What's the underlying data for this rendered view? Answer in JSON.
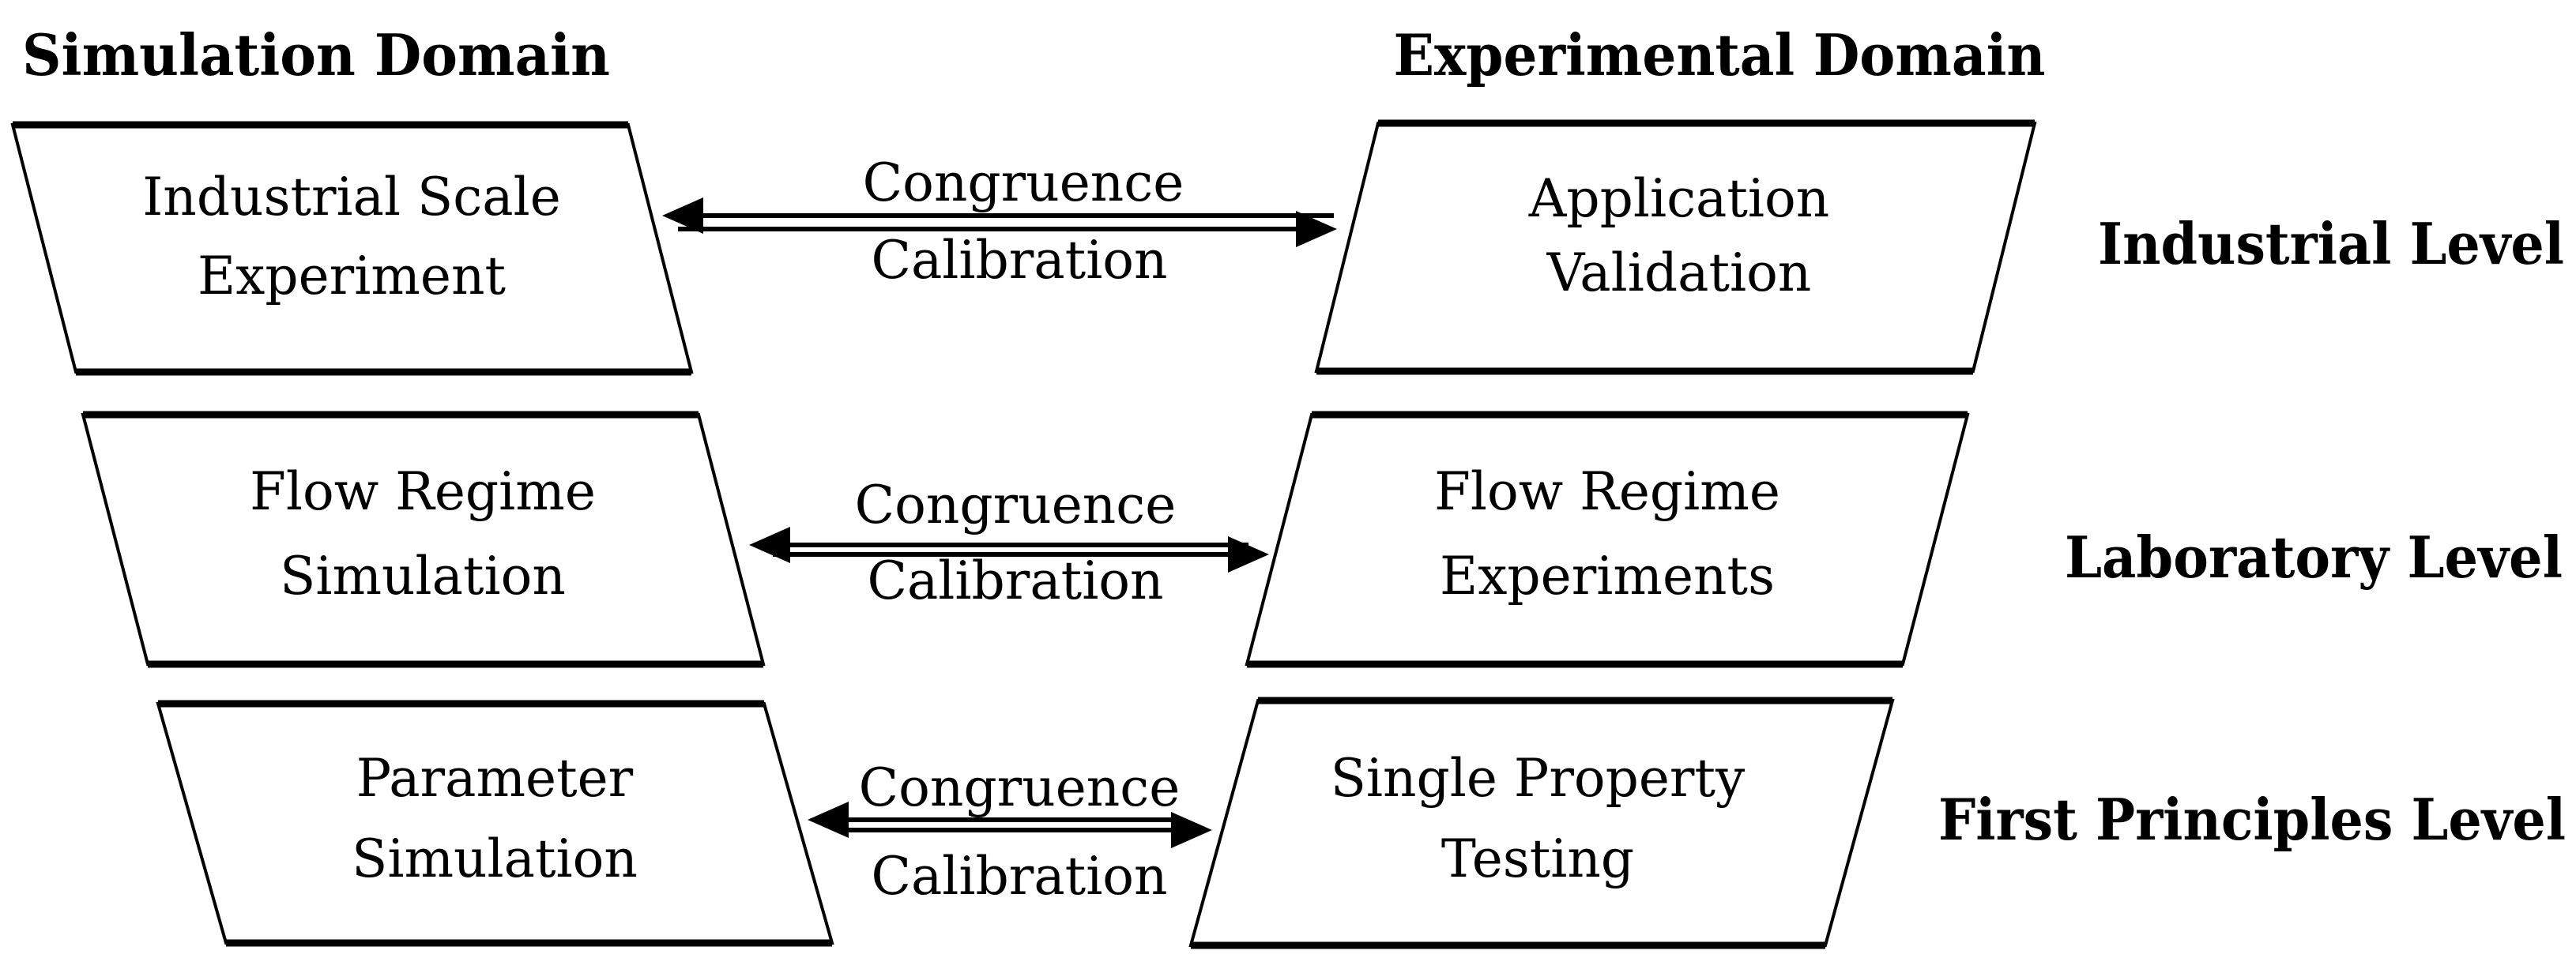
{
  "diagram": {
    "headers": {
      "simulation": "Simulation Domain",
      "experimental": "Experimental Domain"
    },
    "rows": [
      {
        "level": "Industrial Level",
        "simulation_box": {
          "line1": "Industrial Scale",
          "line2": "Experiment"
        },
        "experimental_box": {
          "line1": "Application",
          "line2": "Validation"
        },
        "arrow_label": {
          "line1": "Congruence",
          "line2": "Calibration"
        }
      },
      {
        "level": "Laboratory Level",
        "simulation_box": {
          "line1": "Flow Regime",
          "line2": "Simulation"
        },
        "experimental_box": {
          "line1": "Flow Regime",
          "line2": "Experiments"
        },
        "arrow_label": {
          "line1": "Congruence",
          "line2": "Calibration"
        }
      },
      {
        "level": "First Principles Level",
        "simulation_box": {
          "line1": "Parameter",
          "line2": "Simulation"
        },
        "experimental_box": {
          "line1": "Single Property",
          "line2": "Testing"
        },
        "arrow_label": {
          "line1": "Congruence",
          "line2": "Calibration"
        }
      }
    ],
    "colors": {
      "background": "#ffffff",
      "line": "#000000",
      "text": "#000000"
    }
  }
}
